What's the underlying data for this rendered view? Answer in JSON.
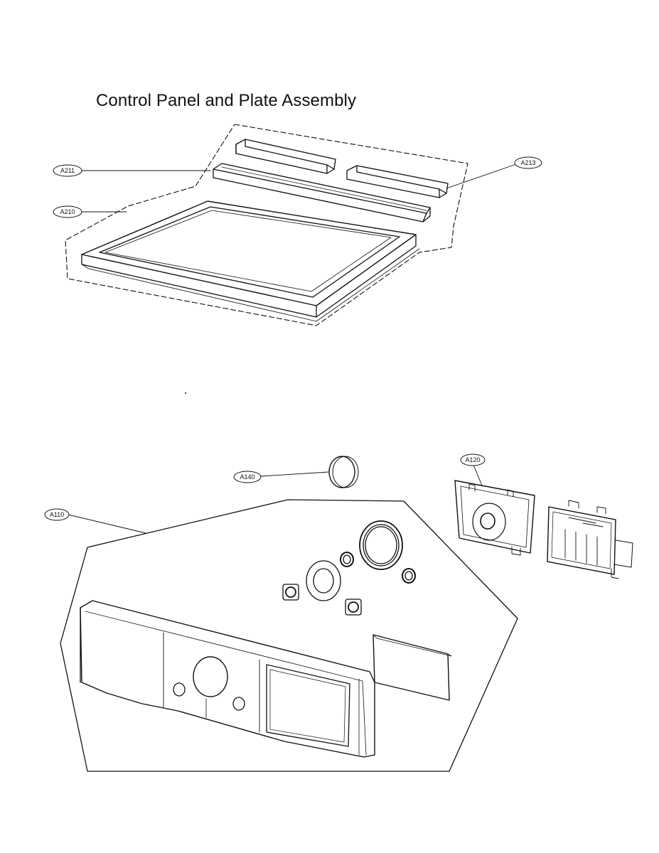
{
  "diagram": {
    "title": "Control Panel and Plate Assembly",
    "callouts": {
      "a211": "A211",
      "a213": "A213",
      "a210": "A210",
      "a140": "A140",
      "a120": "A120",
      "a110": "A110"
    }
  }
}
